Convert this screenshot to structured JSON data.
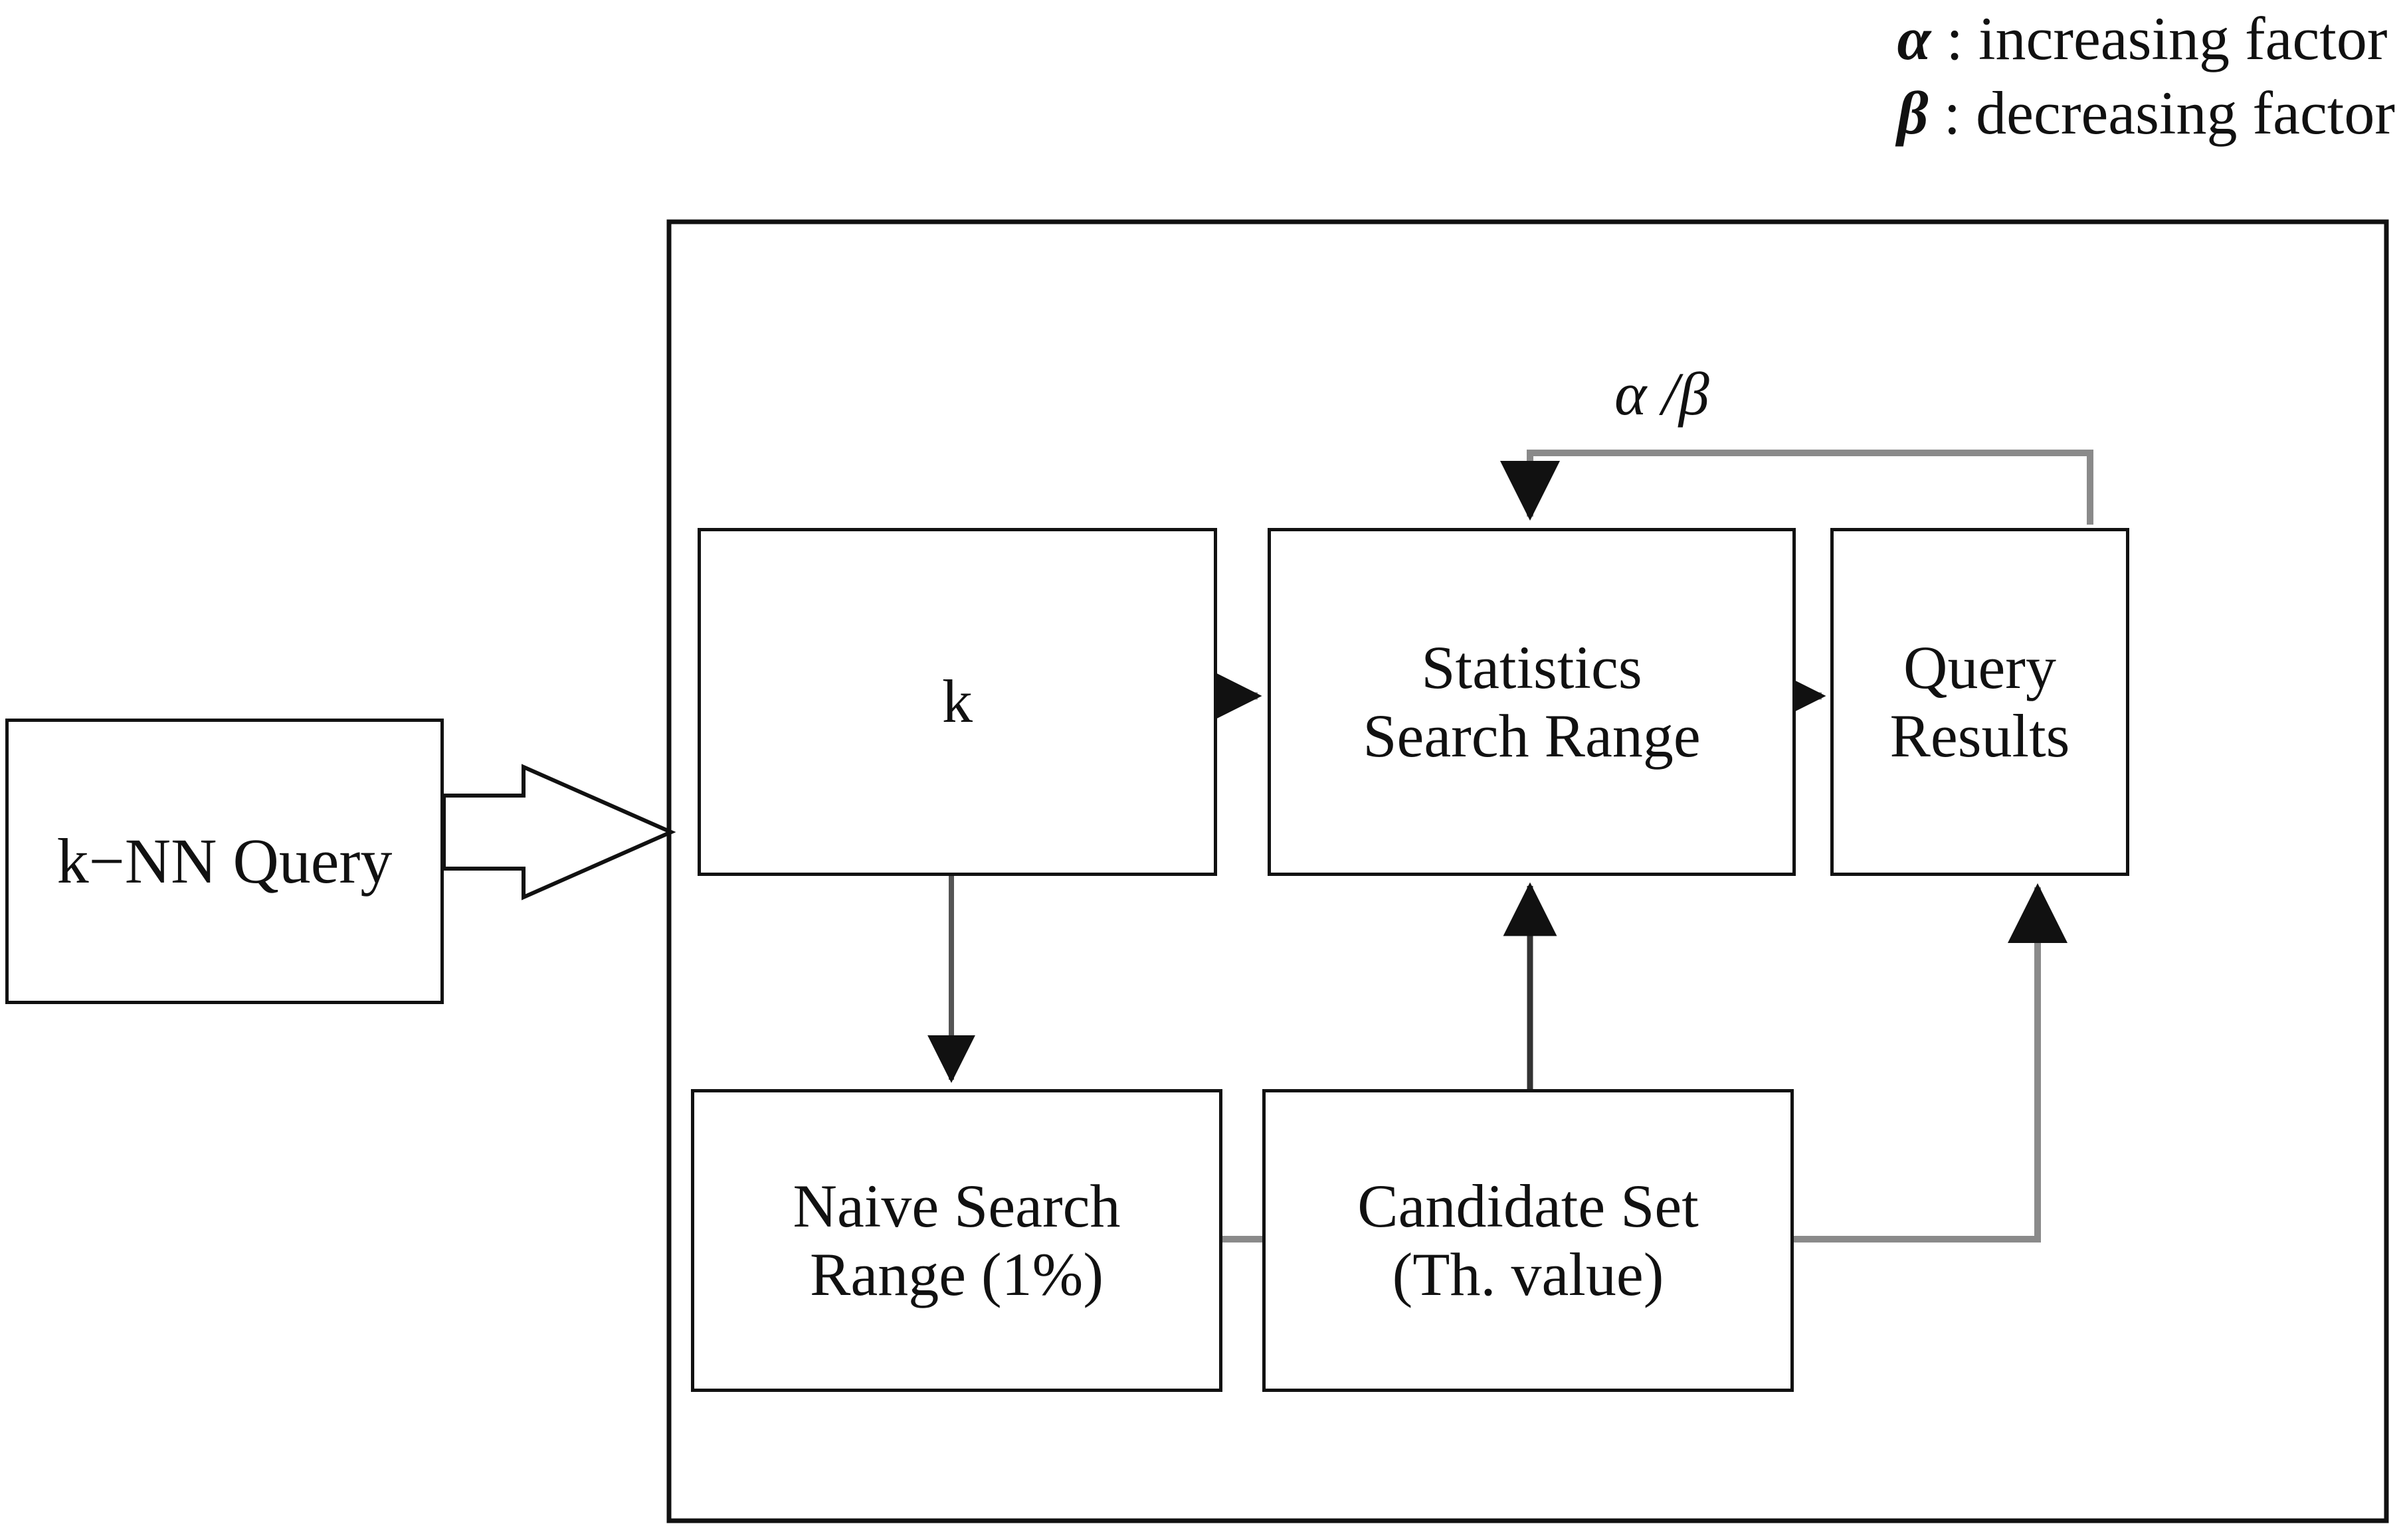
{
  "figure": {
    "legend": [
      {
        "symbol": "α",
        "sep": " :",
        "text": " increasing factor"
      },
      {
        "symbol": "β",
        "sep": " :",
        "text": " decreasing factor"
      }
    ],
    "loop_label": "α /β"
  },
  "nodes": {
    "knn_query": "k−NN Query",
    "k": "k",
    "stats": "Statistics\nSearch Range",
    "query_results": "Query\nResults",
    "naive": "Naive Search\nRange (1%)",
    "candidate": "Candidate Set\n(Th. value)"
  },
  "colors": {
    "stroke": "#111111",
    "wire": "#8a8a8a",
    "background": "#ffffff"
  }
}
